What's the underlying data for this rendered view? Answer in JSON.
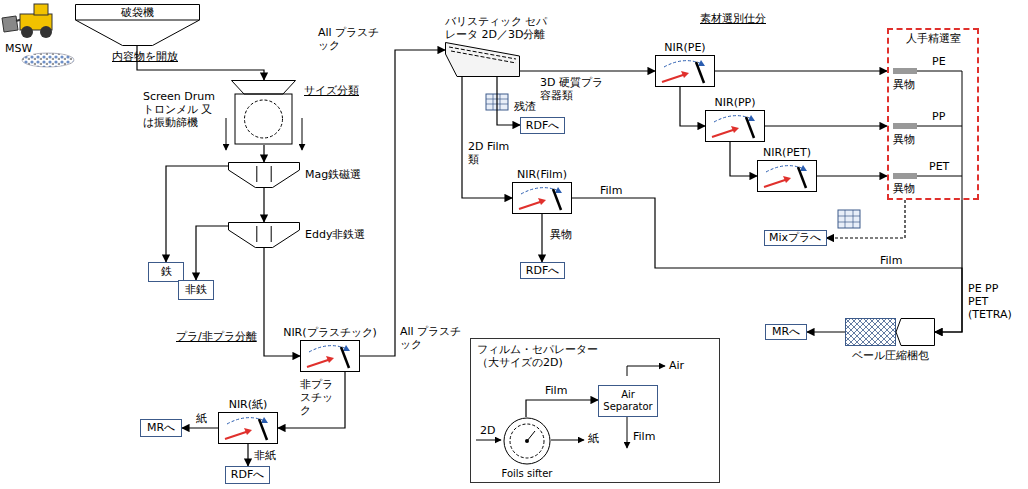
{
  "diagram": {
    "nodes": [
      {
        "text": [
          "破袋機"
        ]
      },
      {
        "text": [
          "サイズ分類"
        ]
      },
      {
        "text": [
          "Mag鉄磁選"
        ]
      },
      {
        "text": [
          "鉄"
        ]
      },
      {
        "text": [
          "Eddy非鉄選"
        ]
      },
      {
        "text": [
          "非鉄"
        ]
      },
      {
        "text": [
          "NIR(プラスチック)"
        ]
      },
      {
        "text": [
          "NIR(紙)"
        ]
      },
      {
        "text": [
          "MRへ"
        ]
      },
      {
        "text": [
          "RDFへ"
        ]
      },
      {
        "text": [
          "バリスティック セパレータ 2D／3D分離"
        ]
      },
      {
        "text": [
          "RDFへ"
        ]
      },
      {
        "text": [
          "NIR(Film)"
        ]
      },
      {
        "text": [
          "RDFへ"
        ]
      },
      {
        "text": [
          "NIR(PE)"
        ]
      },
      {
        "text": [
          "NIR(PP)"
        ]
      },
      {
        "text": [
          "NIR(PET)"
        ]
      },
      {
        "text": [
          "人手精選室"
        ]
      },
      {
        "text": [
          "Mixプラへ"
        ]
      },
      {
        "text": [
          "ベール圧縮梱包"
        ]
      },
      {
        "text": [
          "MRへ"
        ]
      },
      {
        "text": [
          "フィルム・セパレーター （大サイズの2D)"
        ]
      },
      {
        "text": [
          "Air Separator"
        ],
        "in": 21
      },
      {
        "text": [
          "Foils sifter"
        ],
        "in": 21
      }
    ],
    "edges": [
      {
        "from": 0,
        "to": 1,
        "arrow": "to"
      },
      {
        "from": 1,
        "to": 2,
        "arrow": "to"
      },
      {
        "from": 2,
        "to": 3,
        "arrow": "to"
      },
      {
        "from": 2,
        "to": 4,
        "arrow": "to"
      },
      {
        "from": 4,
        "to": 5,
        "arrow": "to"
      },
      {
        "from": 4,
        "to": 6,
        "arrow": "to"
      },
      {
        "from": 6,
        "to": 7,
        "arrow": "to"
      },
      {
        "from": 7,
        "to": 8,
        "arrow": "to"
      },
      {
        "from": 7,
        "to": 9,
        "arrow": "to"
      },
      {
        "from": 6,
        "to": 10,
        "arrow": "to"
      },
      {
        "from": 10,
        "to": 11,
        "arrow": "to"
      },
      {
        "from": 10,
        "to": 12,
        "arrow": "to"
      },
      {
        "from": 10,
        "to": 14,
        "arrow": "to"
      },
      {
        "from": 12,
        "to": 13,
        "arrow": "to"
      },
      {
        "from": 12,
        "to": 19,
        "arrow": "to"
      },
      {
        "from": 14,
        "to": 15,
        "arrow": "to"
      },
      {
        "from": 15,
        "to": 16,
        "arrow": "to"
      },
      {
        "from": 14,
        "to": 17,
        "arrow": "to"
      },
      {
        "from": 15,
        "to": 17,
        "arrow": "to"
      },
      {
        "from": 16,
        "to": 17,
        "arrow": "to"
      },
      {
        "from": 17,
        "to": 18,
        "arrow": "to"
      },
      {
        "from": 17,
        "to": 19,
        "arrow": "to"
      },
      {
        "from": 19,
        "to": 20,
        "arrow": "to"
      },
      {
        "from": 23,
        "to": 22,
        "arrow": "to"
      }
    ],
    "labels": [
      "MSW",
      "内容物を開放",
      "Screen Drum トロンメル 又は振動篩機",
      "All プラスチック",
      "All プラスチック",
      "プラ/非プラ分離",
      "非プラスチック",
      "紙",
      "非紙",
      "残渣",
      "3D 硬質プラ 容器類",
      "2D Film類",
      "Film",
      "異物",
      "素材選別仕分",
      "PE",
      "異物",
      "PP",
      "異物",
      "PET",
      "異物",
      "Film",
      "PE PP PET (TETRA)",
      "2D",
      "紙",
      "Film",
      "Air",
      "Film"
    ]
  }
}
